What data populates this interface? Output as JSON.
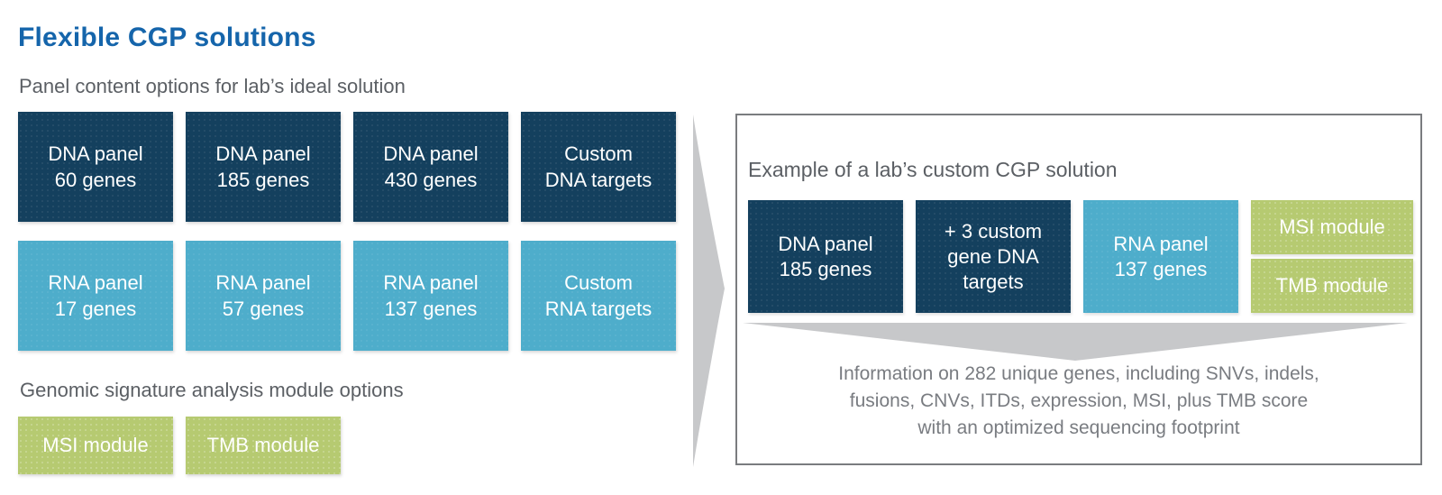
{
  "title": "Flexible CGP solutions",
  "colors": {
    "title_blue": "#1565AB",
    "dna_navy": "#14405E",
    "rna_teal": "#4EADCB",
    "module_green": "#B6CA71",
    "heading_gray": "#5B5F64",
    "summary_gray": "#797C81",
    "panel_border_gray": "#7A7C7F",
    "arrow_gray": "#C7C8CA"
  },
  "left": {
    "subtitle": "Panel content options for lab’s ideal solution",
    "dna_row": [
      {
        "line1": "DNA panel",
        "line2": "60 genes"
      },
      {
        "line1": "DNA panel",
        "line2": "185 genes"
      },
      {
        "line1": "DNA panel",
        "line2": "430 genes"
      },
      {
        "line1": "Custom",
        "line2": "DNA targets"
      }
    ],
    "rna_row": [
      {
        "line1": "RNA panel",
        "line2": "17 genes"
      },
      {
        "line1": "RNA panel",
        "line2": "57 genes"
      },
      {
        "line1": "RNA panel",
        "line2": "137 genes"
      },
      {
        "line1": "Custom",
        "line2": "RNA targets"
      }
    ],
    "modules_heading": "Genomic signature analysis module options",
    "modules": [
      {
        "label": "MSI module"
      },
      {
        "label": "TMB module"
      }
    ]
  },
  "right": {
    "heading": "Example of a lab’s custom CGP solution",
    "boxes": [
      {
        "line1": "DNA panel",
        "line2": "185 genes"
      },
      {
        "line1": "+ 3 custom",
        "line2": "gene DNA",
        "line3": "targets"
      },
      {
        "line1": "RNA panel",
        "line2": "137 genes"
      }
    ],
    "module_stack": [
      {
        "label": "MSI module"
      },
      {
        "label": "TMB module"
      }
    ],
    "summary": {
      "line1": "Information on 282 unique genes, including SNVs, indels,",
      "line2": "fusions, CNVs, ITDs, expression, MSI, plus TMB score",
      "line3": "with an optimized sequencing footprint"
    }
  }
}
